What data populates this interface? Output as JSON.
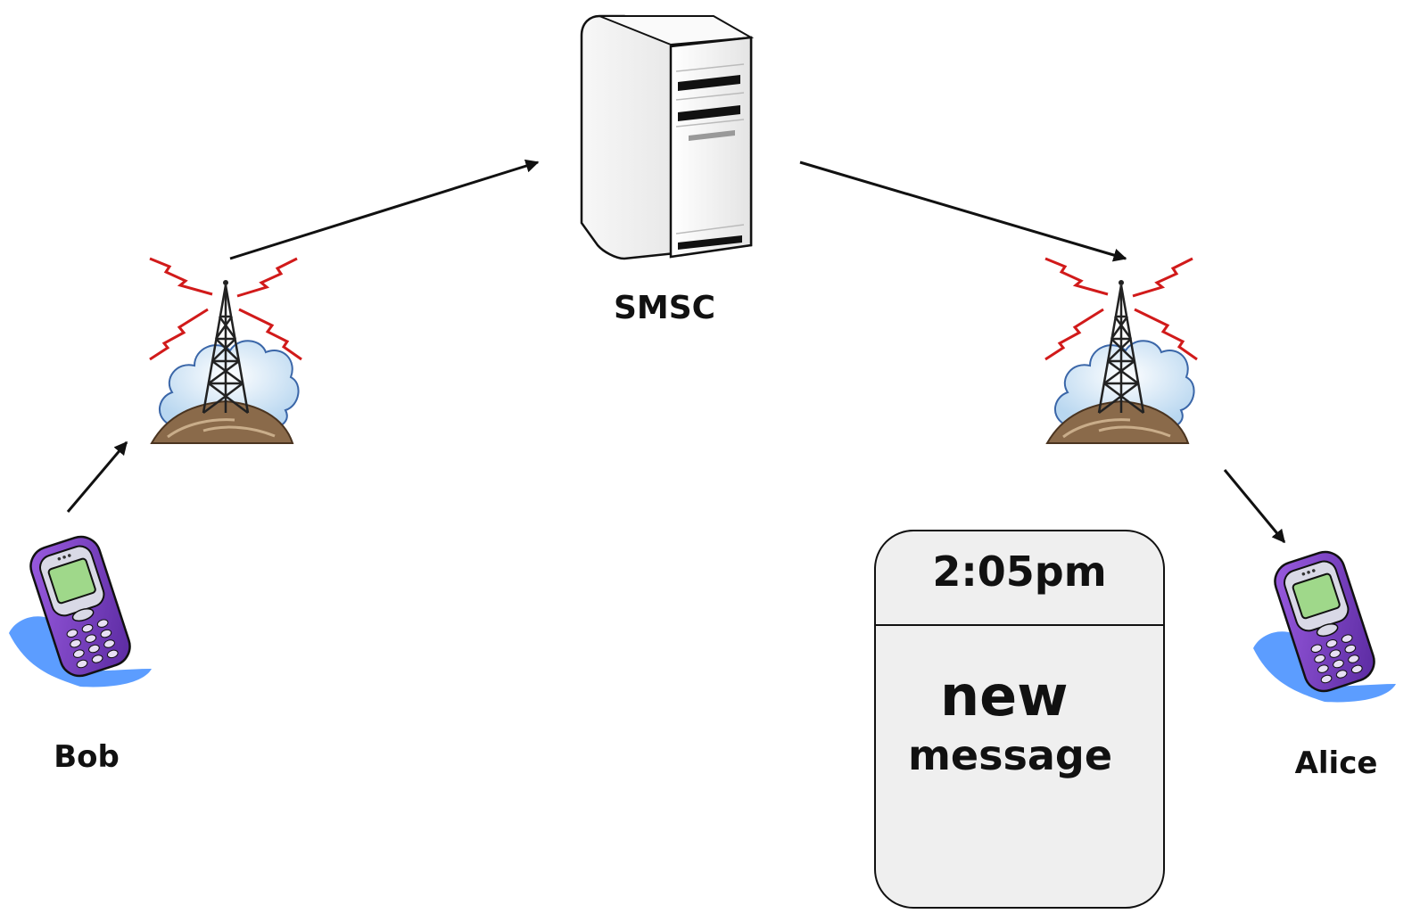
{
  "nodes": {
    "smsc": {
      "label": "SMSC"
    },
    "sender": {
      "label": "Bob"
    },
    "receiver": {
      "label": "Alice"
    }
  },
  "message": {
    "time": "2:05pm",
    "line1": "new",
    "line2": "message"
  },
  "colors": {
    "arrow": "#111111",
    "phone_body": "#7b3fc7",
    "phone_screen": "#9fd88a",
    "phone_shadow": "#3f8cff",
    "server_body": "#f4f4f4",
    "tower_lightning": "#d11a1a",
    "tower_cloud": "#cfe3f5",
    "tower_ground": "#8a6a4a",
    "card_background": "#efefef"
  },
  "icons": [
    "server-icon",
    "cell-tower-icon",
    "mobile-phone-icon"
  ]
}
